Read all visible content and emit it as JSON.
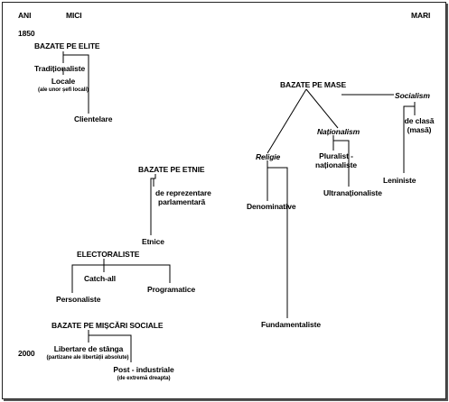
{
  "header": {
    "axis_left_1": "ANI",
    "axis_left_2": "MICI",
    "axis_right": "MARI",
    "year_start": "1850",
    "year_end": "2000"
  },
  "elite": {
    "title": "BAZATE PE ELITE",
    "traditional": "Tradiționaliste",
    "local": "Locale",
    "local_note": "(ale unor șefi locali)",
    "clientelar": "Clientelare"
  },
  "mase": {
    "title": "BAZATE PE MASE",
    "socialism": "Socialism",
    "class": "de clasă",
    "class_note": "(masă)",
    "leninist": "Leniniste",
    "nationalism": "Naționalism",
    "pluralist_1": "Pluralist -",
    "pluralist_2": "naționaliste",
    "ultranational": "Ultranaționaliste",
    "religion": "Religie",
    "denominative": "Denominative",
    "fundamentalist": "Fundamentaliste"
  },
  "etnie": {
    "title": "BAZATE PE ETNIE",
    "repr_1": "de reprezentare",
    "repr_2": "parlamentară",
    "ethnic": "Etnice"
  },
  "electoral": {
    "title": "ELECTORALISTE",
    "catch_all": "Catch-all",
    "personalist": "Personaliste",
    "programmatic": "Programatice"
  },
  "social": {
    "title": "BAZATE PE MIȘCĂRI SOCIALE",
    "left_lib": "Libertare de stânga",
    "left_lib_note": "(partizane ale libertății absolute)",
    "post_ind": "Post - industriale",
    "post_ind_note": "(de extremă dreapta)"
  }
}
